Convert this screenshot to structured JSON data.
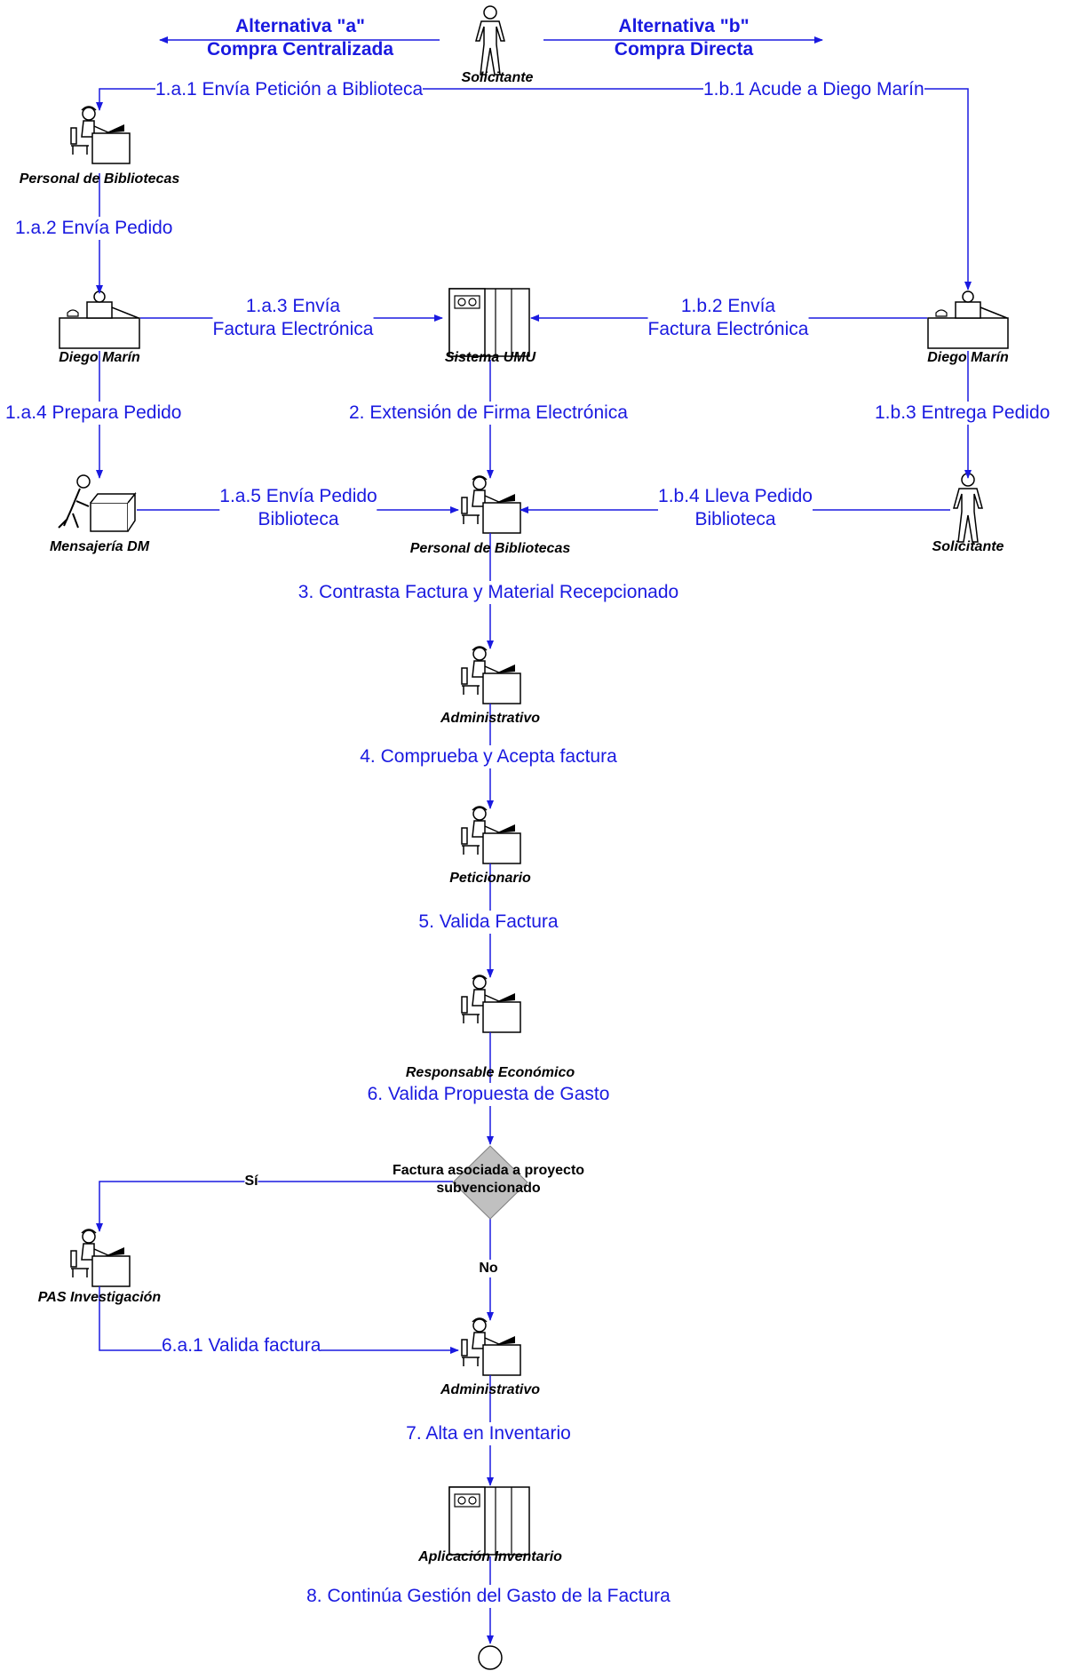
{
  "headers": {
    "alt_a_line1": "Alternativa \"a\"",
    "alt_a_line2": "Compra Centralizada",
    "alt_b_line1": "Alternativa \"b\"",
    "alt_b_line2": "Compra Directa"
  },
  "actors": {
    "solicitante_top": "Solicitante",
    "personal_bibliotecas_top": "Personal de Bibliotecas",
    "diego_marin_left": "Diego Marín",
    "sistema_umu": "Sistema UMU",
    "diego_marin_right": "Diego Marín",
    "mensajeria_dm": "Mensajería DM",
    "personal_bibliotecas_mid": "Personal de Bibliotecas",
    "solicitante_right": "Solicitante",
    "administrativo_1": "Administrativo",
    "peticionario": "Peticionario",
    "responsable_economico": "Responsable Económico",
    "pas_investigacion": "PAS Investigación",
    "administrativo_2": "Administrativo",
    "aplicacion_inventario": "Aplicación Inventario"
  },
  "steps": {
    "s1a1": "1.a.1 Envía Petición a Biblioteca",
    "s1b1": "1.b.1 Acude a Diego Marín",
    "s1a2": "1.a.2 Envía Pedido",
    "s1a3_l1": "1.a.3 Envía",
    "s1a3_l2": "Factura Electrónica",
    "s1b2_l1": "1.b.2 Envía",
    "s1b2_l2": "Factura Electrónica",
    "s1a4": "1.a.4 Prepara Pedido",
    "s2": "2. Extensión de Firma Electrónica",
    "s1b3": "1.b.3 Entrega Pedido",
    "s1a5_l1": "1.a.5 Envía Pedido",
    "s1a5_l2": "Biblioteca",
    "s1b4_l1": "1.b.4 Lleva Pedido",
    "s1b4_l2": "Biblioteca",
    "s3": "3. Contrasta Factura  y Material Recepcionado",
    "s4": "4. Comprueba y Acepta factura",
    "s5": "5. Valida Factura",
    "s6": "6. Valida Propuesta de Gasto",
    "s6a1": "6.a.1 Valida factura",
    "s7": "7. Alta en Inventario",
    "s8": "8. Continúa Gestión del Gasto de la Factura"
  },
  "decision": {
    "line1": "Factura asociada a proyecto",
    "line2": "subvencionado",
    "yes": "Sí",
    "no": "No"
  },
  "colors": {
    "flow_line": "#1a1ae0",
    "label_text": "#1a1ae0",
    "decision_fill": "#c0c0c0"
  }
}
